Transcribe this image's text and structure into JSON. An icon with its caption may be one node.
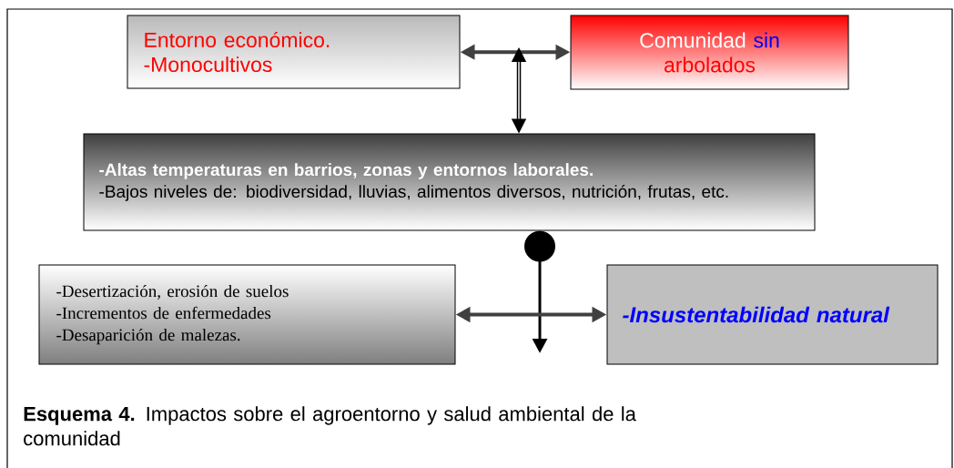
{
  "diagram": {
    "caption": "**Esquema 4.** Impactos sobre el agroentorno y salud ambiental de la comunidad",
    "nodes": [
      {
        "text": [
          "Entorno económico.",
          "-Monocultivos"
        ]
      },
      {
        "text": [
          "Comunidad",
          "sin",
          "arbolados"
        ]
      },
      {
        "text": [
          "-Altas temperaturas en barrios, zonas y entornos laborales.",
          "-Bajos niveles de: biodiversidad, lluvias, alimentos diversos, nutrición, frutas, etc."
        ]
      },
      {
        "text": [
          "-Desertización, erosión de suelos",
          "-Incrementos de enfermedades",
          "-Desaparición de malezas."
        ]
      },
      {
        "text": [
          "-Insustentabilidad natural"
        ]
      }
    ],
    "edges": [
      {
        "from": 0,
        "to": 1,
        "arrow": "both",
        "color": "#404040"
      },
      {
        "from": null,
        "to": 2,
        "arrow": "both"
      },
      {
        "from": 2,
        "to": null,
        "arrow": "to"
      },
      {
        "from": 3,
        "to": 4,
        "arrow": "both",
        "color": "#404040"
      }
    ]
  }
}
